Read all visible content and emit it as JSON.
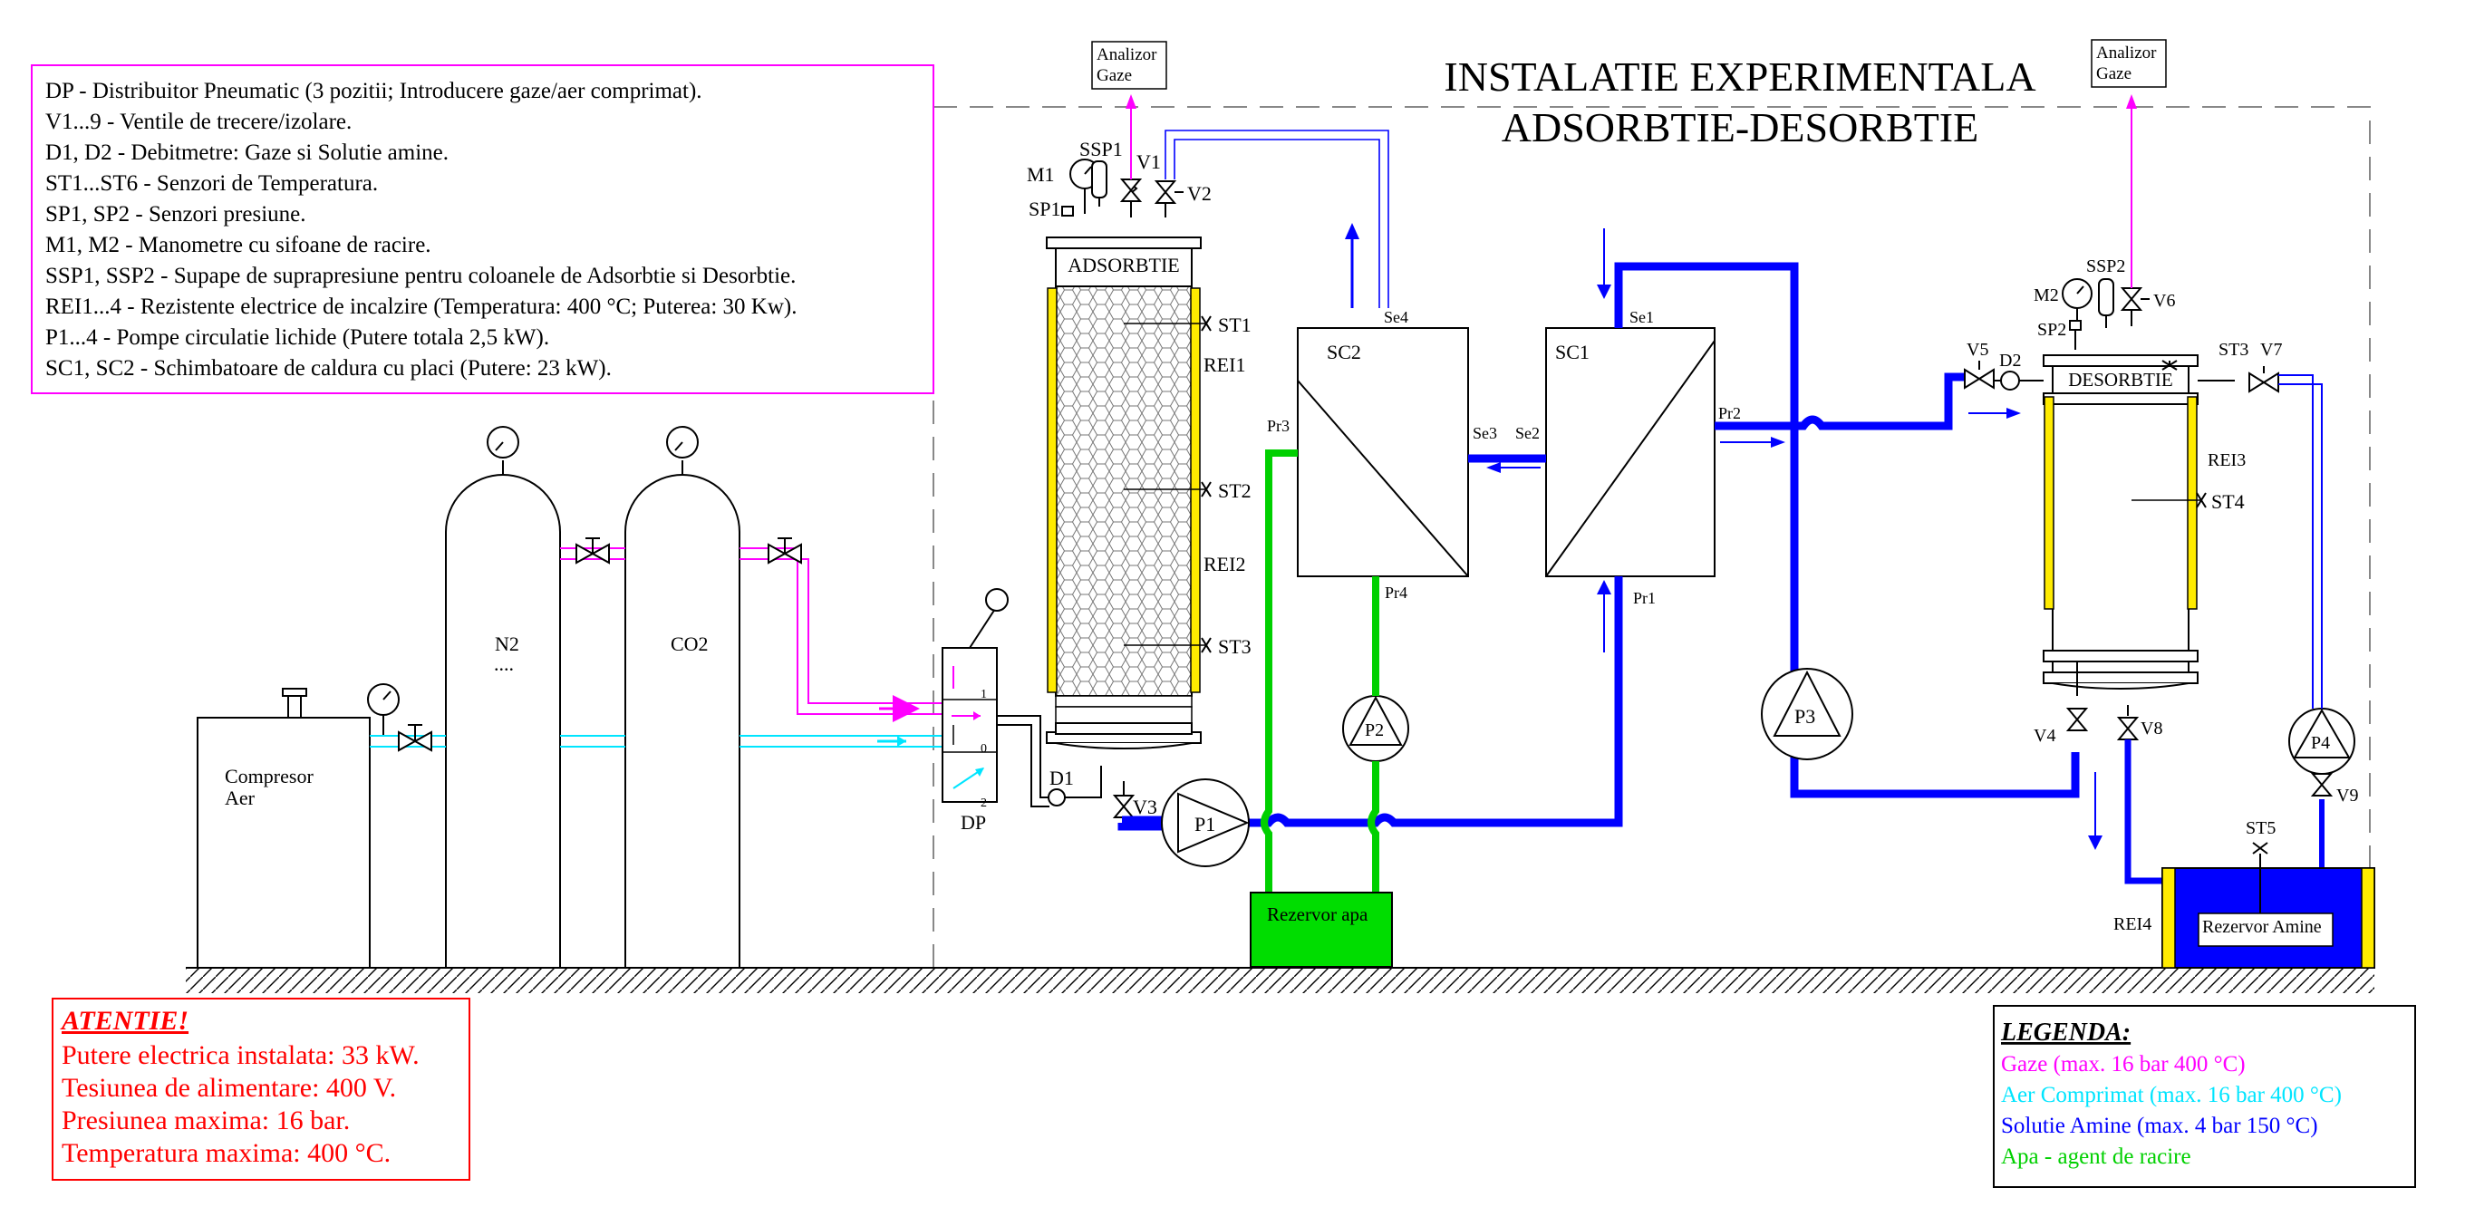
{
  "title": {
    "line1": "INSTALATIE EXPERIMENTALA",
    "line2": "ADSORBTIE-DESORBTIE"
  },
  "glossary": [
    "DP  - Distribuitor Pneumatic (3 pozitii; Introducere gaze/aer comprimat).",
    "V1...9 - Ventile de trecere/izolare.",
    "D1, D2 - Debitmetre: Gaze si Solutie amine.",
    "ST1...ST6 - Senzori de Temperatura.",
    "SP1, SP2 - Senzori presiune.",
    "M1, M2 - Manometre cu sifoane de racire.",
    "SSP1, SSP2 - Supape de suprapresiune pentru coloanele de Adsorbtie si Desorbtie.",
    "REI1...4 - Rezistente electrice de incalzire (Temperatura: 400 °C; Puterea: 30 Kw).",
    "P1...4 - Pompe circulatie lichide (Putere totala 2,5 kW).",
    "SC1, SC2 - Schimbatoare de caldura cu placi (Putere: 23 kW)."
  ],
  "warning": {
    "title": "ATENTIE!",
    "lines": [
      "Putere electrica instalata: 33 kW.",
      "Tesiunea de alimentare: 400 V.",
      "Presiunea maxima: 16 bar.",
      "Temperatura maxima: 400 °C."
    ]
  },
  "legend": {
    "title": "LEGENDA:",
    "items": [
      {
        "label": "Gaze (max. 16 bar 400 °C)",
        "color": "#ff00ff"
      },
      {
        "label": "Aer Comprimat (max. 16 bar 400 °C)",
        "color": "#00e5ff"
      },
      {
        "label": "Solutie Amine (max. 4 bar 150 °C)",
        "color": "#0000ff"
      },
      {
        "label": "Apa - agent de racire",
        "color": "#00d000"
      }
    ]
  },
  "colors": {
    "gas": "#ff00ff",
    "air": "#00e5ff",
    "amine": "#0000ff",
    "water": "#00d000",
    "heater": "#ffeb00",
    "warning": "#ff0000",
    "frame": "#888888"
  },
  "labels": {
    "analyzer_left": [
      "Analizor",
      "Gaze"
    ],
    "analyzer_right": [
      "Analizor",
      "Gaze"
    ],
    "compressor": [
      "Compresor",
      "Aer"
    ],
    "n2": "N2",
    "n2_dots": "....",
    "co2": "CO2",
    "dp": "DP",
    "dp_ports": [
      "1",
      "0",
      "2"
    ],
    "adsorbtie": "ADSORBTIE",
    "desorbtie": "DESORBTIE",
    "water_tank": "Rezervor apa",
    "amine_tank": "Rezervor Amine",
    "sc1": "SC1",
    "sc2": "SC2",
    "pumps": [
      "P1",
      "P2",
      "P3",
      "P4"
    ],
    "valves": [
      "V1",
      "V2",
      "V3",
      "V4",
      "V5",
      "V6",
      "V7",
      "V8",
      "V9"
    ],
    "sensors_t": [
      "ST1",
      "ST2",
      "ST3",
      "ST3",
      "ST4",
      "ST5"
    ],
    "heaters": [
      "REI1",
      "REI2",
      "REI3",
      "REI4"
    ],
    "ports": [
      "Se4",
      "Se3",
      "Se2",
      "Se1",
      "Pr3",
      "Pr4",
      "Pr2",
      "Pr1"
    ],
    "manometers": [
      "M1",
      "M2"
    ],
    "pressure_sensors": [
      "SP1",
      "SP2"
    ],
    "safety_valves": [
      "SSP1",
      "SSP2"
    ],
    "flowmeters": [
      "D1",
      "D2"
    ]
  }
}
